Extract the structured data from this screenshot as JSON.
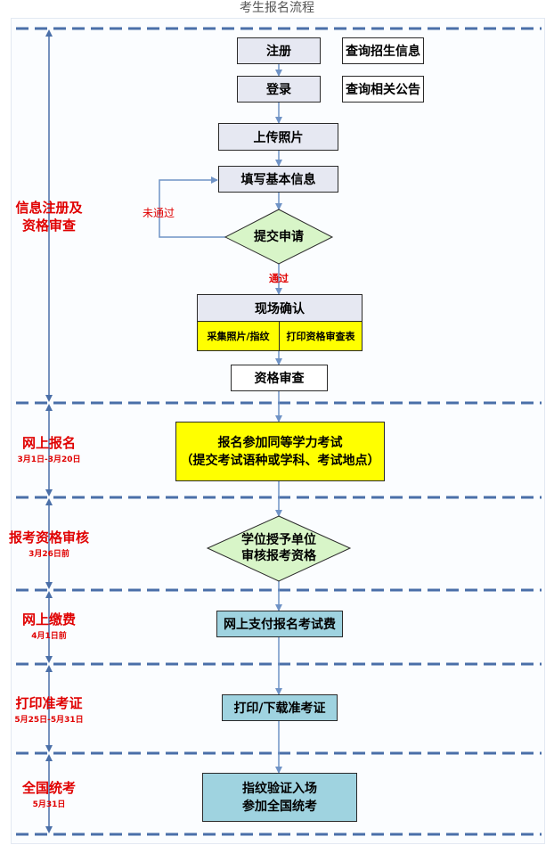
{
  "title": "考生报名流程",
  "stages": [
    {
      "name_line1": "信息注册及",
      "name_line2": "资格审查",
      "date": ""
    },
    {
      "name_line1": "网上报名",
      "name_line2": "",
      "date": "3月1日-3月20日"
    },
    {
      "name_line1": "报考资格审核",
      "name_line2": "",
      "date": "3月26日前"
    },
    {
      "name_line1": "网上缴费",
      "name_line2": "",
      "date": "4月1日前"
    },
    {
      "name_line1": "打印准考证",
      "name_line2": "",
      "date": "5月25日-5月31日"
    },
    {
      "name_line1": "全国统考",
      "name_line2": "",
      "date": "5月31日"
    }
  ],
  "nodes": {
    "register": "注册",
    "login": "登录",
    "query_admission": "查询招生信息",
    "query_notice": "查询相关公告",
    "upload_photo": "上传照片",
    "fill_info": "填写基本信息",
    "submit": "提交申请",
    "onsite_confirm": "现场确认",
    "collect_photo": "采集照片/指纹",
    "print_form": "打印资格审查表",
    "qualification_review": "资格审查",
    "apply_line1": "报名参加同等学力考试",
    "apply_line2": "（提交考试语种或学科、考试地点）",
    "unit_review_line1": "学位授予单位",
    "unit_review_line2": "审核报考资格",
    "pay_online": "网上支付报名考试费",
    "print_ticket": "打印/下载准考证",
    "exam_line1": "指纹验证入场",
    "exam_line2": "参加全国统考"
  },
  "edges": {
    "fail": "未通过",
    "pass": "通过"
  },
  "colors": {
    "divider": "#4a6fa8",
    "arrow": "#6f93c6",
    "stage_text": "#e00000",
    "yellow": "#ffff00",
    "teal": "#9fd3e0",
    "grey_box": "#e6e8f2",
    "diamond": "#d8f5c8"
  }
}
